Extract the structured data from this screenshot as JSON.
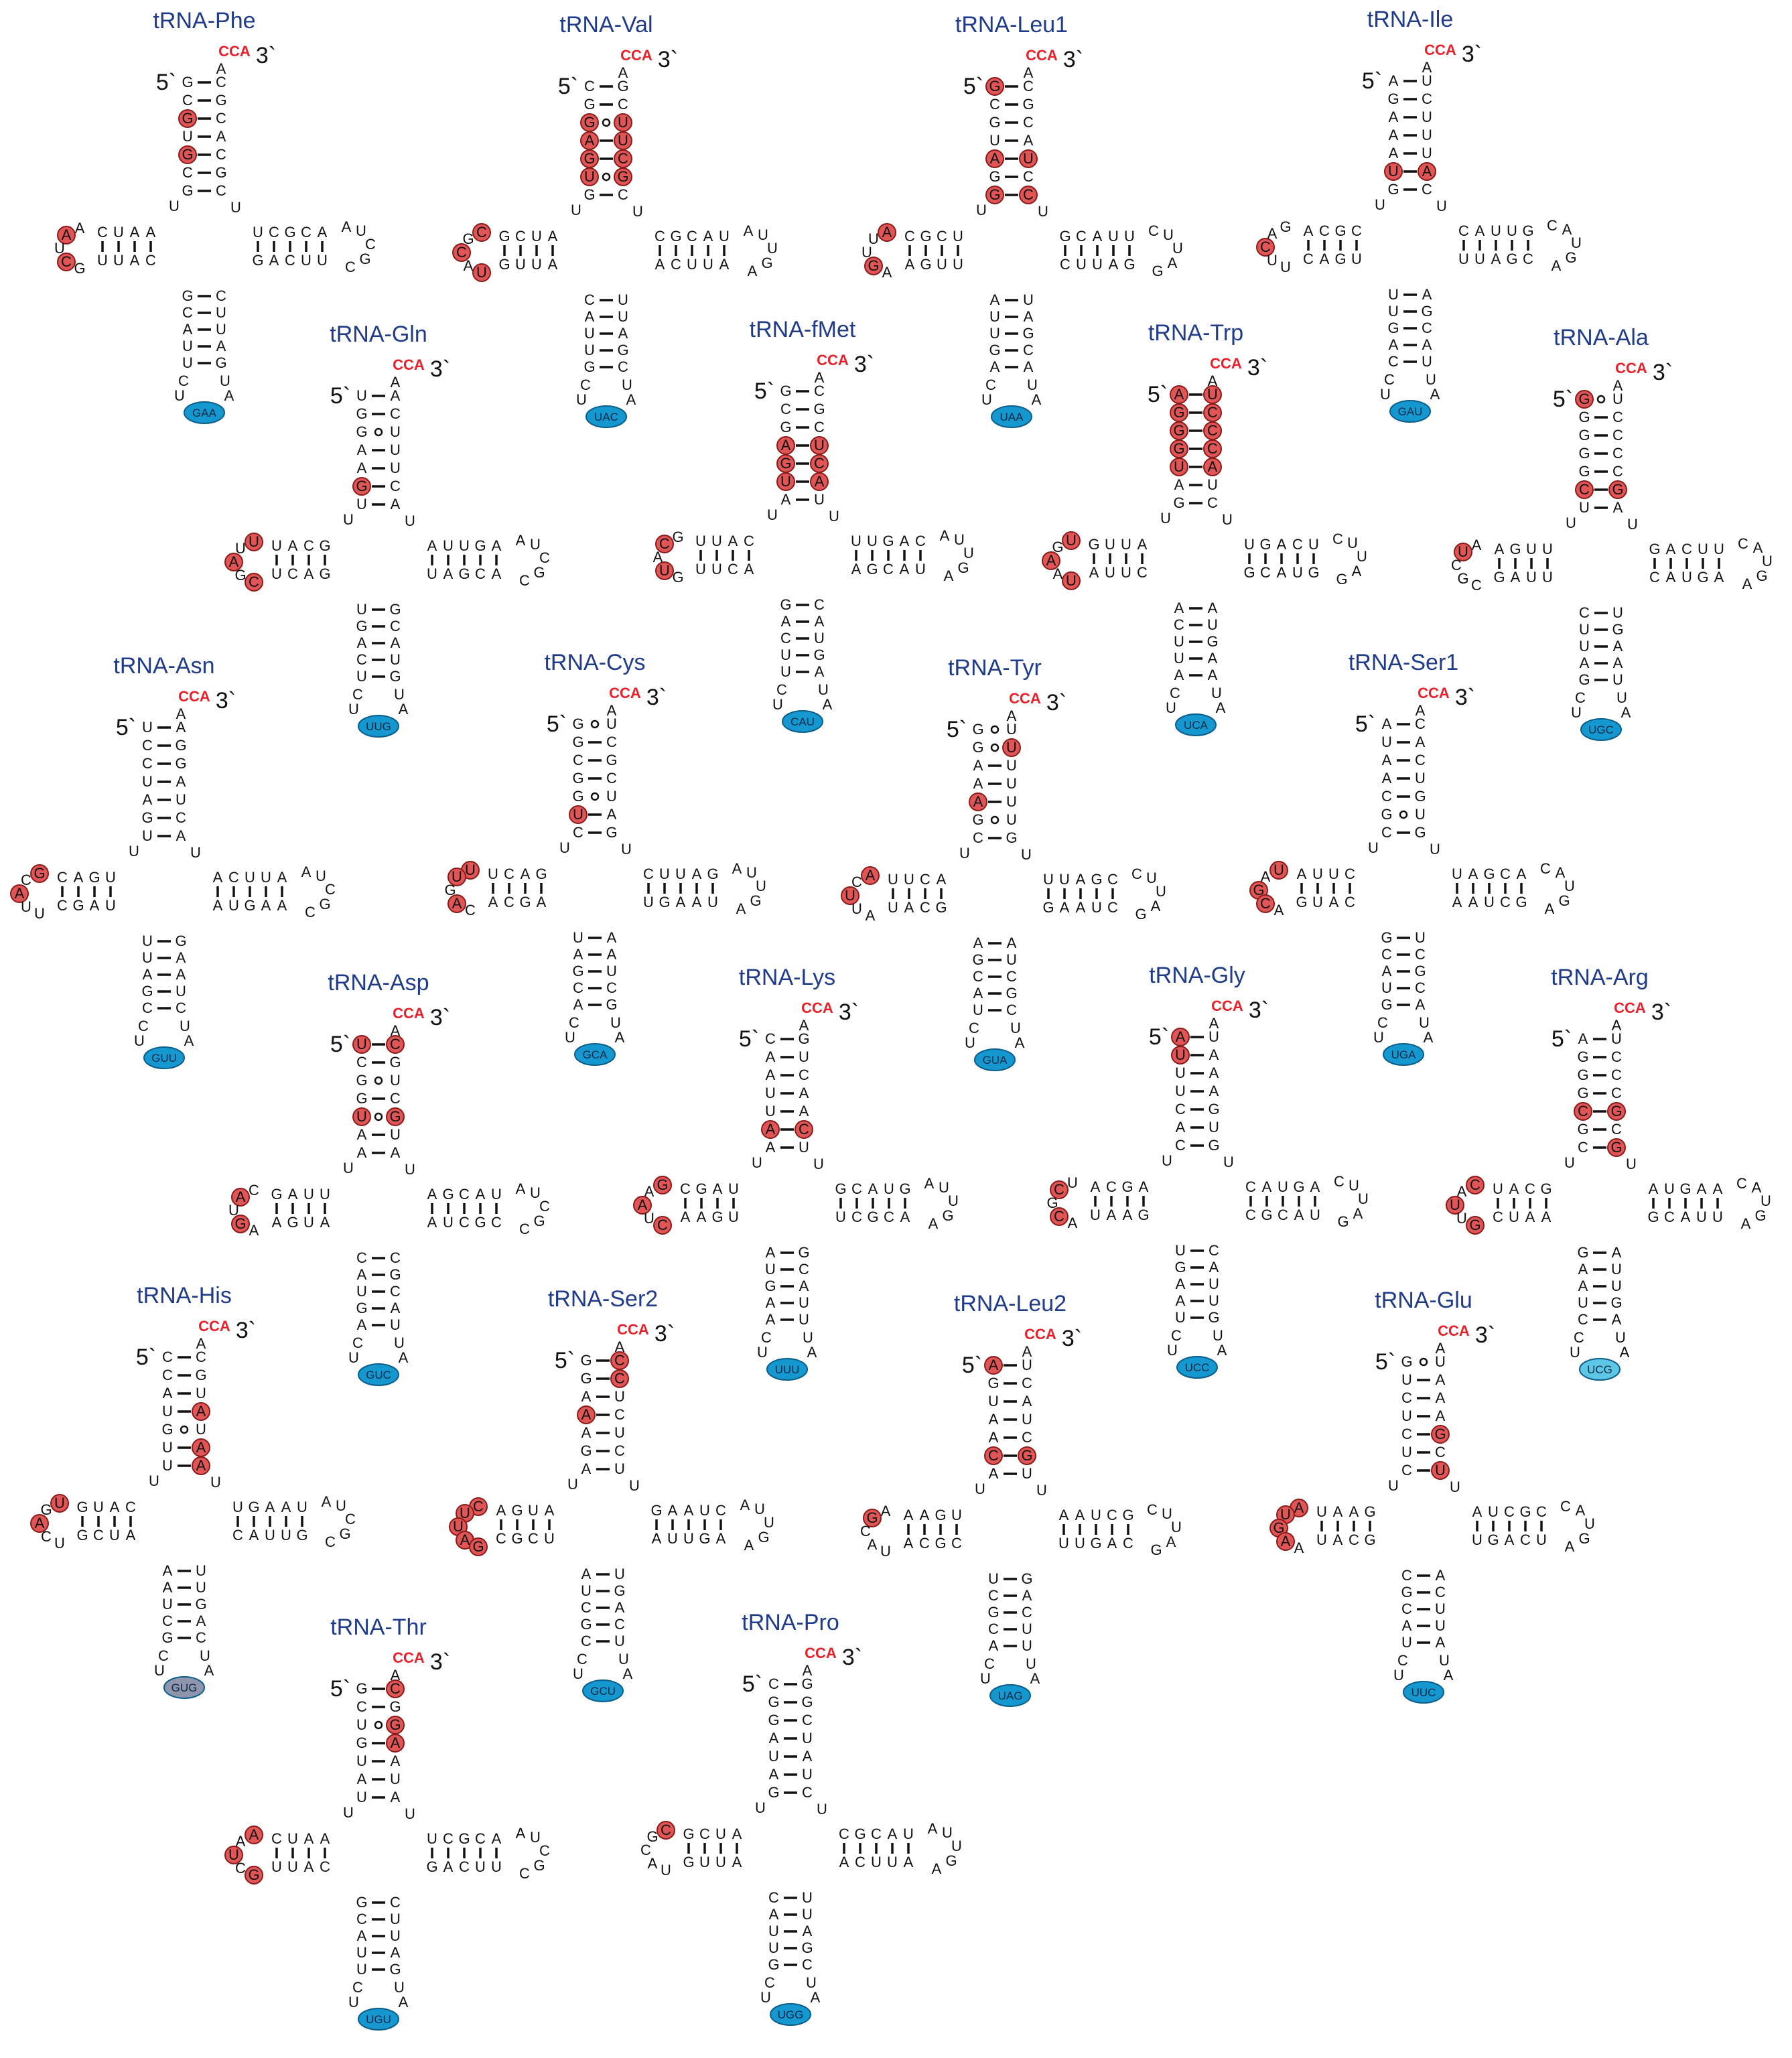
{
  "labels": {
    "five_prime": "5`",
    "three_prime": "3`",
    "cca": "CCA"
  },
  "colors": {
    "title": "#1f3b8a",
    "cca": "#e8202a",
    "highlight_fill": "#e05555",
    "anticodon_default": "#1597cf",
    "anticodon_arg": "#5fc7e6",
    "anticodon_his": "#8f95ad"
  },
  "trnas": [
    {
      "name": "tRNA-Phe",
      "anticodon": "GAA",
      "acceptor": [
        "G-C",
        "C-G",
        "G-C",
        "U-A",
        "G-C",
        "C-G",
        "G-C"
      ],
      "hl": [
        "5:2",
        "5:4",
        "L:1",
        "L:3"
      ]
    },
    {
      "name": "tRNA-Val",
      "anticodon": "UAC",
      "acceptor": [
        "C-G",
        "G-C",
        "G-U",
        "A-U",
        "G-C",
        "U-G",
        "G-C"
      ],
      "hl": [
        "5:2",
        "5:3",
        "5:4",
        "5:5",
        "3:2",
        "3:3",
        "3:4",
        "3:5",
        "L:0",
        "L:2",
        "L:4"
      ]
    },
    {
      "name": "tRNA-Leu1",
      "anticodon": "UAA",
      "acceptor": [
        "G-C",
        "C-G",
        "G-C",
        "U-A",
        "A-U",
        "G-C",
        "G-C"
      ],
      "hl": [
        "5:0",
        "5:4",
        "5:6",
        "3:4",
        "3:6",
        "L:0",
        "L:3"
      ]
    },
    {
      "name": "tRNA-Ile",
      "anticodon": "GAU",
      "acceptor": [
        "A-U",
        "G-C",
        "A-U",
        "A-U",
        "A-U",
        "U-A",
        "G-C"
      ],
      "hl": [
        "5:5",
        "3:5",
        "L:2"
      ]
    },
    {
      "name": "tRNA-Gln",
      "anticodon": "UUG",
      "acceptor": [
        "U-A",
        "G-C",
        "G-U",
        "A-U",
        "A-U",
        "G-C",
        "U-A"
      ],
      "hl": [
        "5:5",
        "L:0",
        "L:2",
        "L:4"
      ]
    },
    {
      "name": "tRNA-fMet",
      "anticodon": "CAU",
      "acceptor": [
        "G-C",
        "C-G",
        "G-C",
        "A-U",
        "G-C",
        "U-A",
        "A-U"
      ],
      "hl": [
        "5:3",
        "5:4",
        "5:5",
        "3:3",
        "3:4",
        "3:5",
        "L:1",
        "L:3"
      ]
    },
    {
      "name": "tRNA-Trp",
      "anticodon": "UCA",
      "acceptor": [
        "A-U",
        "G-C",
        "G-C",
        "G-C",
        "U-A",
        "A-U",
        "G-C"
      ],
      "hl": [
        "5:0",
        "5:1",
        "5:2",
        "5:3",
        "5:4",
        "3:0",
        "3:1",
        "3:2",
        "3:3",
        "3:4",
        "L:0",
        "L:2",
        "L:4"
      ]
    },
    {
      "name": "tRNA-Ala",
      "anticodon": "UGC",
      "acceptor": [
        "G-U",
        "G-C",
        "G-C",
        "G-C",
        "G-C",
        "C-G",
        "U-A"
      ],
      "hl": [
        "5:0",
        "5:5",
        "3:5",
        "L:1"
      ]
    },
    {
      "name": "tRNA-Asn",
      "anticodon": "GUU",
      "acceptor": [
        "U-A",
        "C-G",
        "C-G",
        "U-A",
        "A-U",
        "G-C",
        "U-A"
      ],
      "hl": [
        "L:0",
        "L:2"
      ]
    },
    {
      "name": "tRNA-Cys",
      "anticodon": "GCA",
      "acceptor": [
        "G-U",
        "G-C",
        "C-G",
        "G-C",
        "G-U",
        "U-A",
        "C-G"
      ],
      "hl": [
        "5:5",
        "L:0",
        "L:1",
        "L:3"
      ]
    },
    {
      "name": "tRNA-Tyr",
      "anticodon": "GUA",
      "acceptor": [
        "G-U",
        "G-U",
        "A-U",
        "A-U",
        "A-U",
        "G-U",
        "C-G"
      ],
      "hl": [
        "3:1",
        "5:4",
        "L:0",
        "L:2"
      ]
    },
    {
      "name": "tRNA-Ser1",
      "anticodon": "UGA",
      "acceptor": [
        "A-C",
        "U-A",
        "A-C",
        "A-U",
        "C-G",
        "G-U",
        "C-G"
      ],
      "hl": [
        "L:0",
        "L:2",
        "L:3"
      ]
    },
    {
      "name": "tRNA-Asp",
      "anticodon": "GUC",
      "acceptor": [
        "U-C",
        "C-G",
        "G-U",
        "G-C",
        "U-G",
        "A-U",
        "A-A"
      ],
      "hl": [
        "5:0",
        "3:0",
        "5:4",
        "3:4",
        "L:1",
        "L:3"
      ]
    },
    {
      "name": "tRNA-Lys",
      "anticodon": "UUU",
      "acceptor": [
        "C-G",
        "A-U",
        "A-C",
        "U-A",
        "U-A",
        "A-C",
        "A-U"
      ],
      "hl": [
        "5:5",
        "3:5",
        "L:0",
        "L:2",
        "L:4"
      ]
    },
    {
      "name": "tRNA-Gly",
      "anticodon": "UCC",
      "acceptor": [
        "A-U",
        "U-A",
        "U-A",
        "U-A",
        "C-G",
        "A-U",
        "C-G"
      ],
      "hl": [
        "5:0",
        "5:1",
        "L:1",
        "L:3"
      ]
    },
    {
      "name": "tRNA-Arg",
      "anticodon": "UCG",
      "acceptor": [
        "A-U",
        "G-C",
        "G-C",
        "G-C",
        "C-G",
        "G-C",
        "C-G"
      ],
      "hl": [
        "5:4",
        "3:4",
        "3:6",
        "L:0",
        "L:2",
        "L:4"
      ]
    },
    {
      "name": "tRNA-His",
      "anticodon": "GUG",
      "acceptor": [
        "C-C",
        "C-G",
        "A-U",
        "U-A",
        "G-U",
        "U-A",
        "U-A"
      ],
      "hl": [
        "3:3",
        "3:5",
        "3:6",
        "L:0",
        "L:2"
      ]
    },
    {
      "name": "tRNA-Ser2",
      "anticodon": "GCU",
      "acceptor": [
        "G-C",
        "G-C",
        "A-U",
        "A-C",
        "A-U",
        "G-C",
        "A-U"
      ],
      "hl": [
        "3:0",
        "3:1",
        "5:3",
        "L:0",
        "L:1",
        "L:2",
        "L:3",
        "L:4"
      ]
    },
    {
      "name": "tRNA-Leu2",
      "anticodon": "UAG",
      "acceptor": [
        "A-U",
        "G-C",
        "U-A",
        "A-U",
        "A-C",
        "C-G",
        "A-U"
      ],
      "hl": [
        "5:0",
        "5:5",
        "3:5",
        "L:1"
      ]
    },
    {
      "name": "tRNA-Glu",
      "anticodon": "UUC",
      "acceptor": [
        "G-U",
        "U-A",
        "C-A",
        "U-A",
        "C-G",
        "U-C",
        "C-U"
      ],
      "hl": [
        "3:4",
        "3:6",
        "L:0",
        "L:1",
        "L:2",
        "L:3"
      ]
    },
    {
      "name": "tRNA-Thr",
      "anticodon": "UGU",
      "acceptor": [
        "G-C",
        "C-G",
        "U-G",
        "G-A",
        "U-A",
        "A-U",
        "U-A"
      ],
      "hl": [
        "3:0",
        "3:2",
        "3:3",
        "L:0",
        "L:2",
        "L:4"
      ]
    },
    {
      "name": "tRNA-Pro",
      "anticodon": "UGG",
      "acceptor": [
        "C-G",
        "G-G",
        "G-C",
        "A-U",
        "U-A",
        "A-U",
        "G-C"
      ],
      "hl": [
        "L:0"
      ]
    }
  ]
}
